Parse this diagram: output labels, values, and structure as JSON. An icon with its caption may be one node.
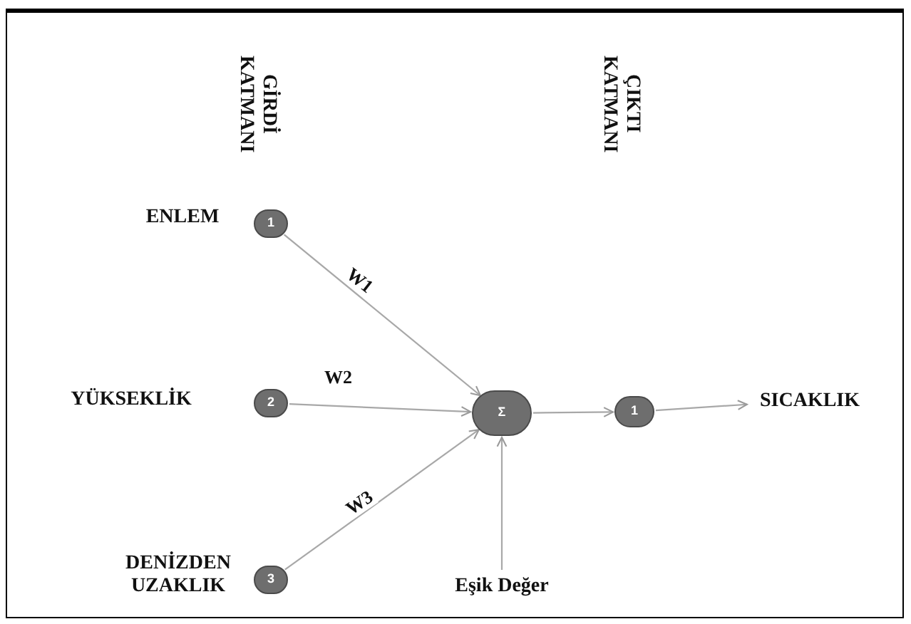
{
  "diagram": {
    "nodes": [
      {
        "text": [
          "1"
        ],
        "beside": [
          "ENLEM"
        ]
      },
      {
        "text": [
          "2"
        ],
        "beside": [
          "YÜKSEKLİK"
        ]
      },
      {
        "text": [
          "3"
        ],
        "beside": [
          "DENİZDEN UZAKLIK"
        ]
      },
      {
        "text": [
          "Σ"
        ]
      },
      {
        "text": [
          "1"
        ]
      },
      {
        "text": [
          "SICAKLIK"
        ]
      },
      {
        "text": [
          "Eşik Değer"
        ]
      }
    ],
    "edges": [
      {
        "from": 0,
        "to": 3,
        "arrow": "to",
        "label": "W1"
      },
      {
        "from": 1,
        "to": 3,
        "arrow": "to",
        "label": "W2"
      },
      {
        "from": 2,
        "to": 3,
        "arrow": "to",
        "label": "W3"
      },
      {
        "from": 3,
        "to": 4,
        "arrow": "to"
      },
      {
        "from": 4,
        "to": 5,
        "arrow": "to"
      },
      {
        "from": 6,
        "to": 3,
        "arrow": "to"
      }
    ],
    "labels": [
      "GİRDİ KATMANI",
      "ÇIKTI KATMANI"
    ]
  }
}
